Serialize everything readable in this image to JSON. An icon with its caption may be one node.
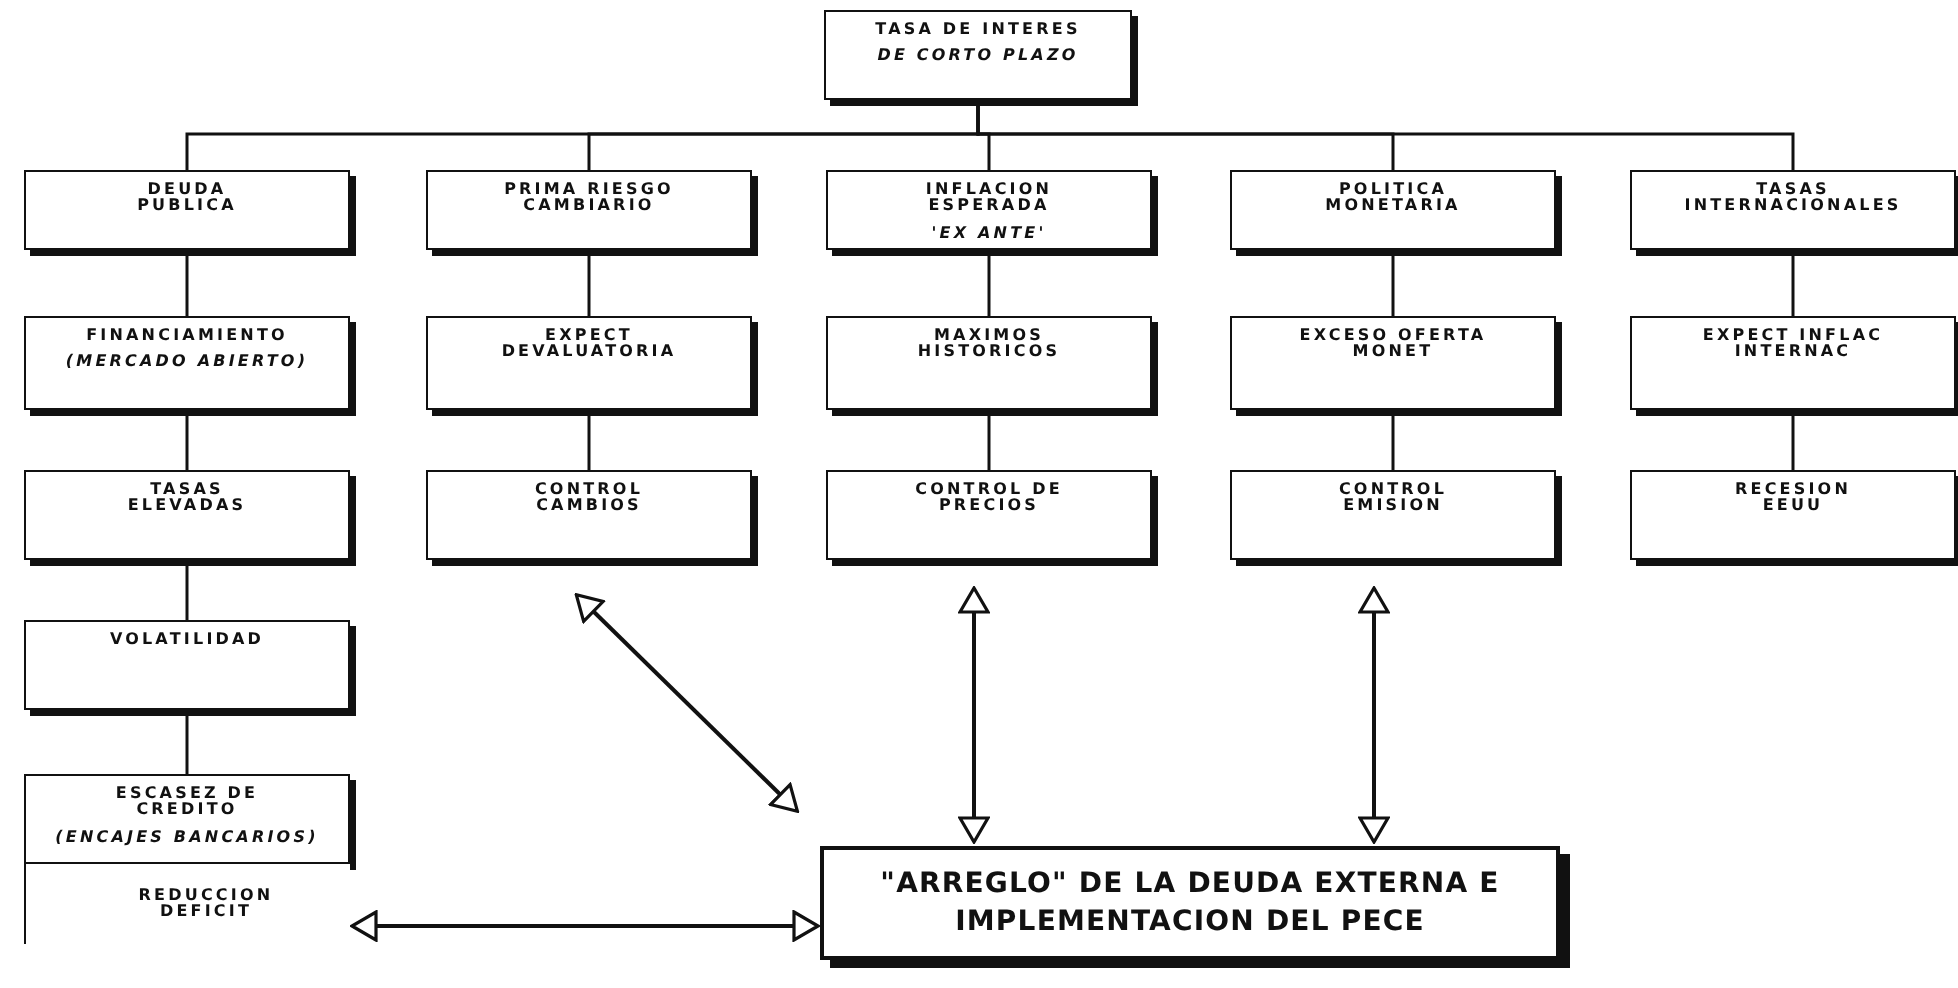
{
  "diagram": {
    "nodes": [
      {
        "text": [
          "TASA DE INTERES",
          "DE CORTO PLAZO"
        ]
      },
      {
        "text": [
          "DEUDA PUBLICA"
        ]
      },
      {
        "text": [
          "PRIMA RIESGO CAMBIARIO"
        ]
      },
      {
        "text": [
          "INFLACION ESPERADA",
          "'EX ANTE'"
        ]
      },
      {
        "text": [
          "POLITICA MONETARIA"
        ]
      },
      {
        "text": [
          "TASAS INTERNACIONALES"
        ]
      },
      {
        "text": [
          "FINANCIAMIENTO",
          "(MERCADO ABIERTO)"
        ]
      },
      {
        "text": [
          "EXPECT DEVALUATORIA"
        ]
      },
      {
        "text": [
          "MAXIMOS HISTORICOS"
        ]
      },
      {
        "text": [
          "EXCESO OFERTA MONET"
        ]
      },
      {
        "text": [
          "EXPECT INFLAC INTERNAC"
        ]
      },
      {
        "text": [
          "TASAS ELEVADAS"
        ]
      },
      {
        "text": [
          "CONTROL CAMBIOS"
        ]
      },
      {
        "text": [
          "CONTROL DE PRECIOS"
        ]
      },
      {
        "text": [
          "CONTROL EMISION"
        ]
      },
      {
        "text": [
          "RECESION EEUU"
        ]
      },
      {
        "text": [
          "VOLATILIDAD"
        ]
      },
      {
        "text": [
          "ESCASEZ DE CREDITO",
          "(ENCAJES BANCARIOS)"
        ]
      },
      {
        "text": [
          "REDUCCION DEFICIT"
        ]
      },
      {
        "text": [
          "\"ARREGLO\" DE LA DEUDA EXTERNA E IMPLEMENTACION DEL PECE"
        ]
      }
    ],
    "edges": [
      {
        "from": 0,
        "to": 1,
        "arrow": "none"
      },
      {
        "from": 0,
        "to": 2,
        "arrow": "none"
      },
      {
        "from": 0,
        "to": 3,
        "arrow": "none"
      },
      {
        "from": 0,
        "to": 4,
        "arrow": "none"
      },
      {
        "from": 0,
        "to": 5,
        "arrow": "none"
      },
      {
        "from": 1,
        "to": 6,
        "arrow": "none"
      },
      {
        "from": 6,
        "to": 11,
        "arrow": "none"
      },
      {
        "from": 11,
        "to": 16,
        "arrow": "none"
      },
      {
        "from": 16,
        "to": 17,
        "arrow": "none"
      },
      {
        "from": 2,
        "to": 7,
        "arrow": "none"
      },
      {
        "from": 7,
        "to": 12,
        "arrow": "none"
      },
      {
        "from": 3,
        "to": 8,
        "arrow": "none"
      },
      {
        "from": 8,
        "to": 13,
        "arrow": "none"
      },
      {
        "from": 4,
        "to": 9,
        "arrow": "none"
      },
      {
        "from": 9,
        "to": 14,
        "arrow": "none"
      },
      {
        "from": 5,
        "to": 10,
        "arrow": "none"
      },
      {
        "from": 10,
        "to": 15,
        "arrow": "none"
      },
      {
        "from": 12,
        "to": 19,
        "arrow": "both"
      },
      {
        "from": 13,
        "to": 19,
        "arrow": "both"
      },
      {
        "from": 14,
        "to": 19,
        "arrow": "both"
      },
      {
        "from": 18,
        "to": 19,
        "arrow": "both"
      }
    ]
  }
}
